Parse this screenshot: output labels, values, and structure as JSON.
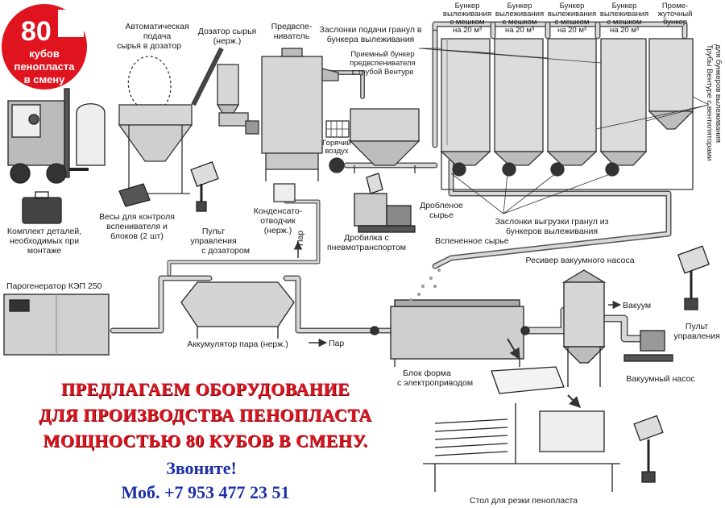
{
  "badge": {
    "number": "80",
    "line1": "кубов",
    "line2": "пенопласта",
    "line3": "в смену"
  },
  "labels": {
    "auto_feed": [
      "Автоматическая",
      "подача",
      "сырья  в дозатор"
    ],
    "doser": [
      "Дозатор сырья",
      "(нерж.)"
    ],
    "pre_expander": [
      "Предвспе-",
      "ниватель"
    ],
    "valves_feed": [
      "Заслонки подачи гранул в",
      "бункера вылеживания"
    ],
    "receiving_bunker": [
      "Приемный бункер",
      "предвспенивателя",
      "с трубой Вентуре"
    ],
    "bunker": [
      "Бункер",
      "вылеживания",
      "с мешком",
      "на 20 м³"
    ],
    "intermediate_bunker": [
      "Проме-",
      "жуточный",
      "бункер"
    ],
    "venturi_pipes": [
      "Трубы Вентуре с вентиляторами",
      "для бункеров вылеживания"
    ],
    "hot_air": [
      "Горячий",
      "воздух"
    ],
    "scales": [
      "Весы для контроля",
      "вспенивателя и",
      "блоков (2 шт)"
    ],
    "doser_panel": [
      "Пульт",
      "управления",
      "с дозатором"
    ],
    "condensate_trap": [
      "Конденсато-",
      "отводчик",
      "(нерж.)"
    ],
    "crusher": [
      "Дробилка с",
      "пневмотранспортом"
    ],
    "crushed_raw": [
      "Дробленое",
      "сырье"
    ],
    "valves_unload": [
      "Заслонки выгрузки гранул из",
      "бункеров вылеживания"
    ],
    "foamed_raw": "Вспененное сырье",
    "parts_kit": [
      "Комплект деталей,",
      "необходимых при",
      "монтаже"
    ],
    "steam": "Пар",
    "steam_generator": "Парогенератор КЭП  250",
    "steam_accumulator": "Аккумулятор пара (нерж.)",
    "vacuum_receiver": "Ресивер вакуумного насоса",
    "vacuum": "Вакуум",
    "control_panel": [
      "Пульт",
      "управления"
    ],
    "vacuum_pump": "Вакуумный насос",
    "block_mold": [
      "Блок форма",
      "с электроприводом"
    ],
    "cutting_table": "Стол для резки пенопласта"
  },
  "promo": {
    "line1": "ПРЕДЛАГАЕМ ОБОРУДОВАНИЕ",
    "line2": "ДЛЯ ПРОИЗВОДСТВА ПЕНОПЛАСТА",
    "line3": "МОЩНОСТЬЮ  80 КУБОВ В СМЕНУ.",
    "call": "Звоните!",
    "phone": "Моб. +7 953 477 23 51"
  },
  "colors": {
    "badge": "#e0141e",
    "promo_red": "#e0141e",
    "promo_blue": "#1c2fa8",
    "pipe": "#c9c9c9",
    "outline": "#333333"
  }
}
